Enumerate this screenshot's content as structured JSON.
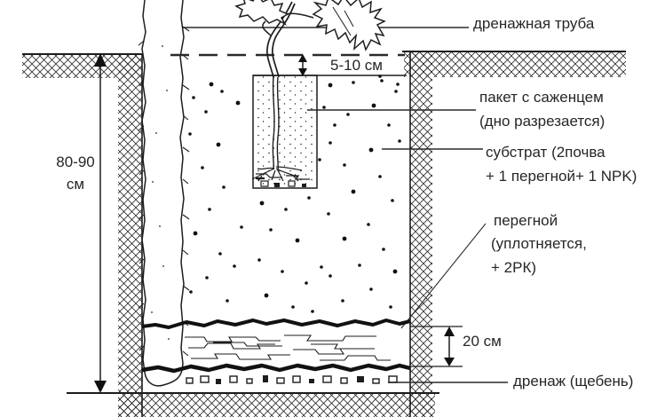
{
  "diagram": {
    "labels": {
      "drain_pipe": "дренажная труба",
      "package_line1": "пакет с саженцем",
      "package_line2": "(дно разрезается)",
      "substrate_line1": "субстрат (2почва",
      "substrate_line2": "+ 1 перегной+ 1 NPK)",
      "humus_line1": "перегной",
      "humus_line2": "(уплотняется,",
      "humus_line3": "+ 2РК)",
      "drainage": "дренаж (щебень)",
      "dim_top": "5-10 см",
      "dim_humus": "20 см",
      "dim_depth_line1": "80-90",
      "dim_depth_line2": "см"
    },
    "colors": {
      "ink": "#262626",
      "background": "#ffffff"
    }
  }
}
